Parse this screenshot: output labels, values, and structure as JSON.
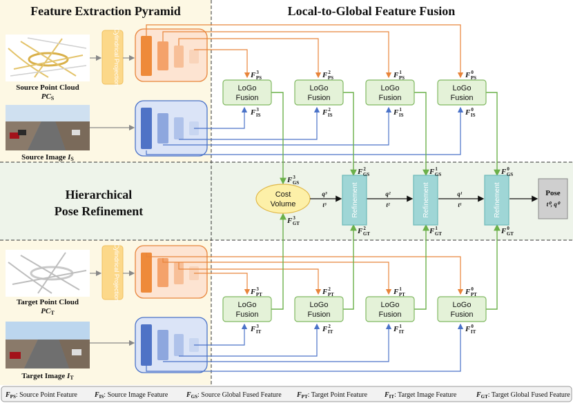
{
  "titles": {
    "pyramid": "Feature Extraction Pyramid",
    "fusion": "Local-to-Global Feature Fusion",
    "refine_line1": "Hierarchical",
    "refine_line2": "Pose Refinement"
  },
  "inputs": {
    "source_pc_line1": "Source Point Cloud",
    "source_pc_sym": "PC",
    "source_pc_sub": "S",
    "source_img": "Source Image",
    "source_img_sym": "I",
    "source_img_sub": "S",
    "target_pc_line1": "Target Point Cloud",
    "target_pc_sym": "PC",
    "target_pc_sub": "T",
    "target_img": "Target Image",
    "target_img_sym": "I",
    "target_img_sub": "T"
  },
  "projection_label": "Cylindrical Projection",
  "logo_line1": "LoGo",
  "logo_line2": "Fusion",
  "cost_volume_line1": "Cost",
  "cost_volume_line2": "Volume",
  "refinement_label": "Refinement",
  "pose": {
    "title": "Pose",
    "value": "t⁰, q⁰"
  },
  "feature_symbol": "F",
  "levels": [
    "3",
    "2",
    "1",
    "0"
  ],
  "subs": {
    "ps": "PS",
    "is": "IS",
    "gs": "GS",
    "gt": "GT",
    "pt": "PT",
    "it": "IT"
  },
  "qt": [
    {
      "q": "q³",
      "t": "t³"
    },
    {
      "q": "q²",
      "t": "t²"
    },
    {
      "q": "q¹",
      "t": "t¹"
    }
  ],
  "legend": [
    {
      "sym": "F",
      "sub": "PS",
      "text": ": Source Point Feature"
    },
    {
      "sym": "F",
      "sub": "IS",
      "text": ": Source Image Feature"
    },
    {
      "sym": "F",
      "sub": "GS",
      "text": ": Source Global Fused Feature"
    },
    {
      "sym": "F",
      "sub": "PT",
      "text": ": Target Point Feature"
    },
    {
      "sym": "F",
      "sub": "IT",
      "text": ": Target Image Feature"
    },
    {
      "sym": "F",
      "sub": "GT",
      "text": ": Target Global Fused Feature"
    }
  ],
  "colors": {
    "orange": "#e8843a",
    "blue": "#4a72c8",
    "green": "#6bb04a",
    "teal": "#9fd6d6",
    "yellow_bg": "#fdf8e4",
    "green_bg": "#eef4ea"
  }
}
